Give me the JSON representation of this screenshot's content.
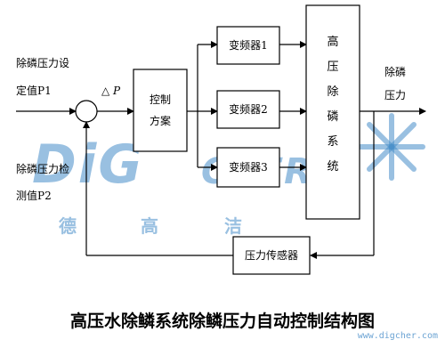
{
  "inputs": {
    "setpoint_line1": "除磷压力设",
    "setpoint_line2": "定值P1",
    "measured_line1": "除磷压力检",
    "measured_line2": "测值P2",
    "delta": "△ P"
  },
  "blocks": {
    "control": "控制\n方案",
    "vfd1": "变频器1",
    "vfd2": "变频器2",
    "vfd3": "变频器3",
    "system": "高\n压\n除\n磷\n系\n统",
    "sensor": "压力传感器"
  },
  "output": {
    "line1": "除磷",
    "line2": "压力"
  },
  "watermark": {
    "brand": "DiG",
    "brand2": "CHER",
    "cn1": "德",
    "cn2": "高",
    "cn3": "洁",
    "url": "www.digcher.com",
    "color": "#468cc8"
  },
  "caption": "高压水除鳞系统除鳞压力自动控制结构图"
}
